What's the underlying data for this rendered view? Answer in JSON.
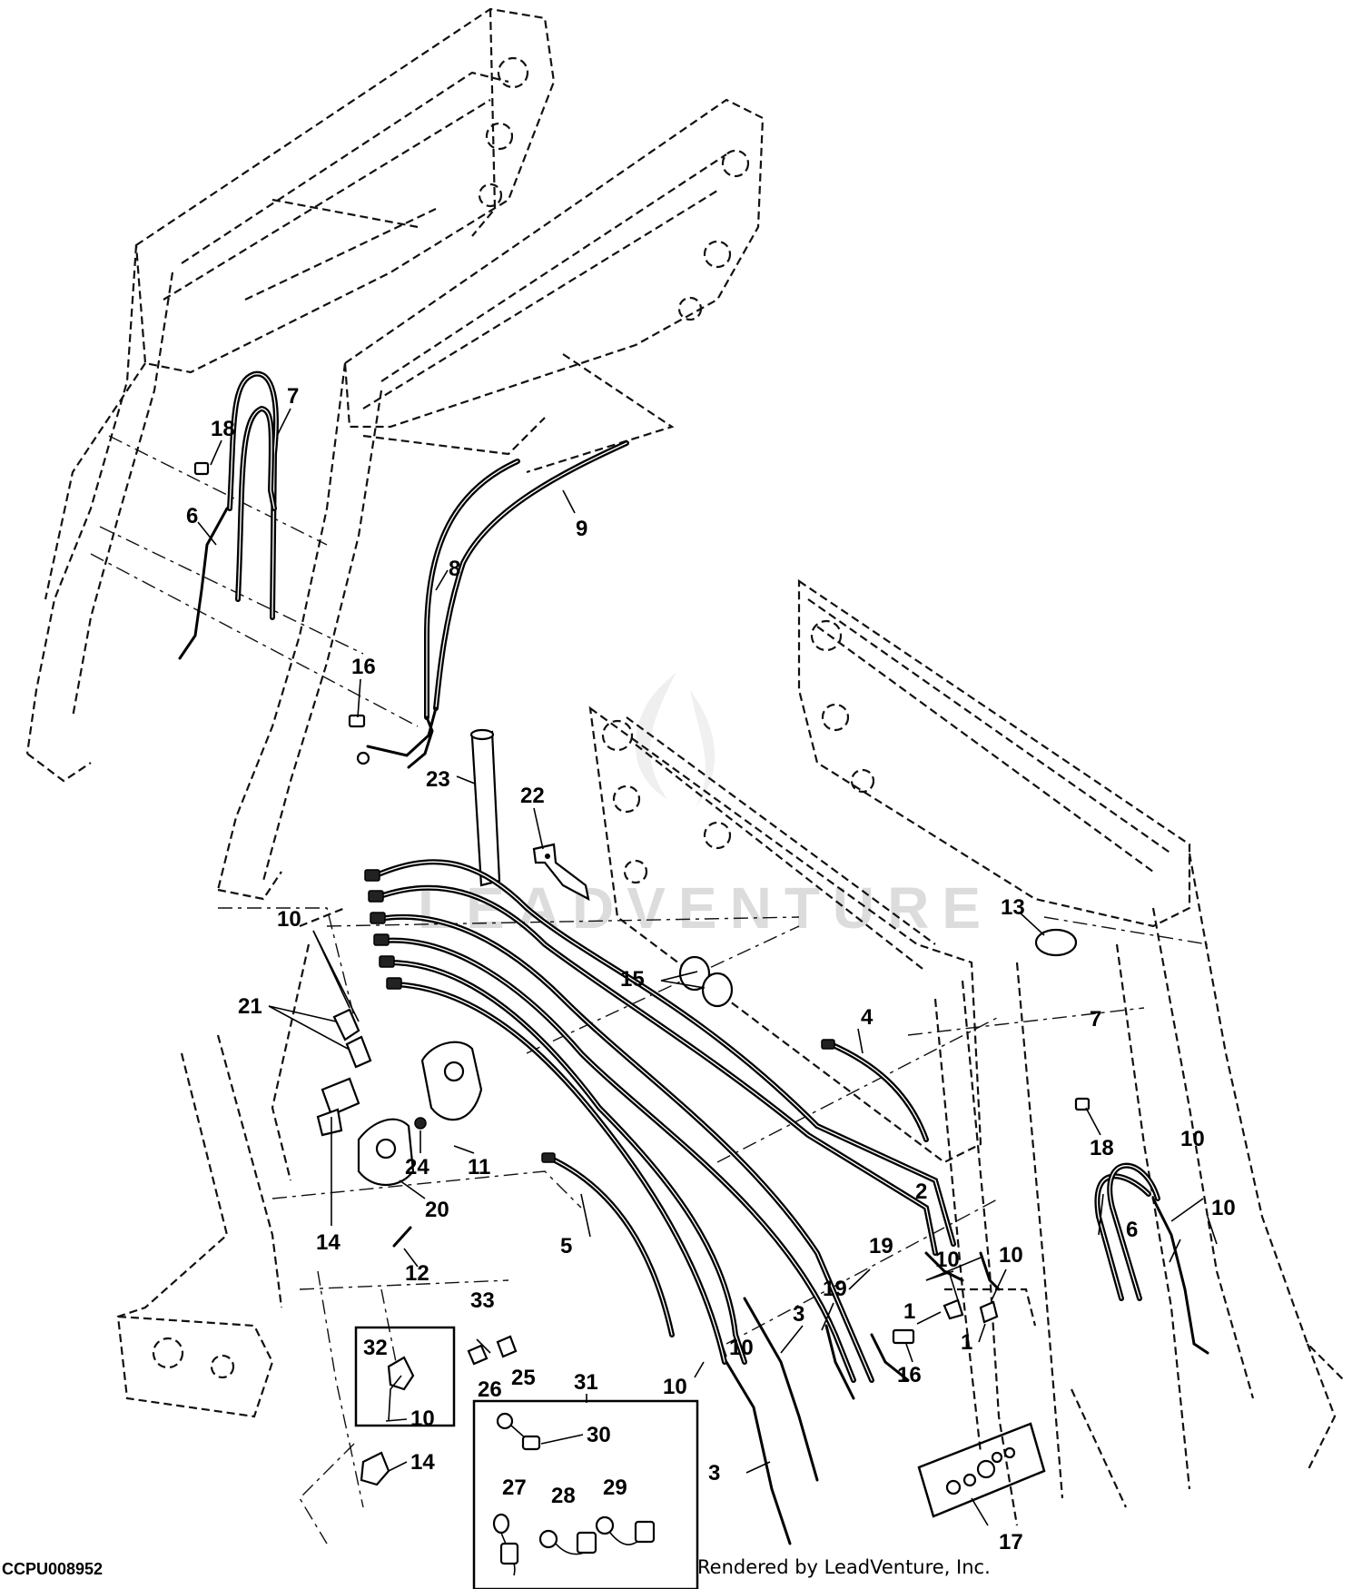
{
  "diagram": {
    "id": "CCPU008952",
    "credit": "Rendered by LeadVenture, Inc.",
    "watermark": "LEADVENTURE"
  },
  "callouts": [
    {
      "key": "c1a",
      "text": "1"
    },
    {
      "key": "c1b",
      "text": "1"
    },
    {
      "key": "c2",
      "text": "2"
    },
    {
      "key": "c3a",
      "text": "3"
    },
    {
      "key": "c3b",
      "text": "3"
    },
    {
      "key": "c4",
      "text": "4"
    },
    {
      "key": "c5",
      "text": "5"
    },
    {
      "key": "c6a",
      "text": "6"
    },
    {
      "key": "c6b",
      "text": "6"
    },
    {
      "key": "c7a",
      "text": "7"
    },
    {
      "key": "c7b",
      "text": "7"
    },
    {
      "key": "c8",
      "text": "8"
    },
    {
      "key": "c9",
      "text": "9"
    },
    {
      "key": "c10a",
      "text": "10"
    },
    {
      "key": "c10b",
      "text": "10"
    },
    {
      "key": "c10c",
      "text": "10"
    },
    {
      "key": "c10d",
      "text": "10"
    },
    {
      "key": "c10e",
      "text": "10"
    },
    {
      "key": "c10f",
      "text": "10"
    },
    {
      "key": "c10g",
      "text": "10"
    },
    {
      "key": "c10h",
      "text": "10"
    },
    {
      "key": "c11",
      "text": "11"
    },
    {
      "key": "c12",
      "text": "12"
    },
    {
      "key": "c13",
      "text": "13"
    },
    {
      "key": "c14a",
      "text": "14"
    },
    {
      "key": "c14b",
      "text": "14"
    },
    {
      "key": "c15",
      "text": "15"
    },
    {
      "key": "c16a",
      "text": "16"
    },
    {
      "key": "c16b",
      "text": "16"
    },
    {
      "key": "c17",
      "text": "17"
    },
    {
      "key": "c18a",
      "text": "18"
    },
    {
      "key": "c18b",
      "text": "18"
    },
    {
      "key": "c19a",
      "text": "19"
    },
    {
      "key": "c19b",
      "text": "19"
    },
    {
      "key": "c20",
      "text": "20"
    },
    {
      "key": "c21",
      "text": "21"
    },
    {
      "key": "c22",
      "text": "22"
    },
    {
      "key": "c23",
      "text": "23"
    },
    {
      "key": "c24",
      "text": "24"
    },
    {
      "key": "c25",
      "text": "25"
    },
    {
      "key": "c26",
      "text": "26"
    },
    {
      "key": "c27",
      "text": "27"
    },
    {
      "key": "c28",
      "text": "28"
    },
    {
      "key": "c29",
      "text": "29"
    },
    {
      "key": "c30",
      "text": "30"
    },
    {
      "key": "c31",
      "text": "31"
    },
    {
      "key": "c32",
      "text": "32"
    },
    {
      "key": "c33",
      "text": "33"
    }
  ]
}
